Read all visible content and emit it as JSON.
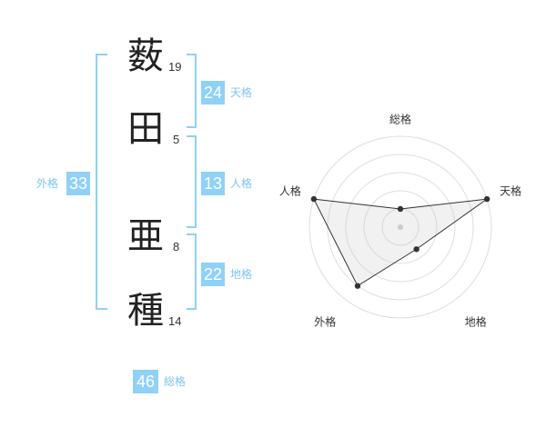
{
  "name": {
    "chars": [
      {
        "char": "薮",
        "strokes": "19"
      },
      {
        "char": "田",
        "strokes": "5"
      },
      {
        "char": "亜",
        "strokes": "8"
      },
      {
        "char": "種",
        "strokes": "14"
      }
    ]
  },
  "fortunes": {
    "tenkaku": {
      "value": "24",
      "label": "天格"
    },
    "jinkaku": {
      "value": "13",
      "label": "人格"
    },
    "chikaku": {
      "value": "22",
      "label": "地格"
    },
    "gaikaku": {
      "value": "33",
      "label": "外格"
    },
    "soukaku": {
      "value": "46",
      "label": "総格"
    }
  },
  "colors": {
    "accent": "#8fd1f7",
    "label": "#7fc4ee",
    "bracket": "#8fd1f7"
  },
  "chart_data": {
    "type": "radar",
    "axes": [
      "総格",
      "天格",
      "地格",
      "外格",
      "人格"
    ],
    "levels": 5,
    "range": [
      0,
      5
    ],
    "values": [
      1,
      5,
      1.5,
      4,
      5
    ]
  }
}
